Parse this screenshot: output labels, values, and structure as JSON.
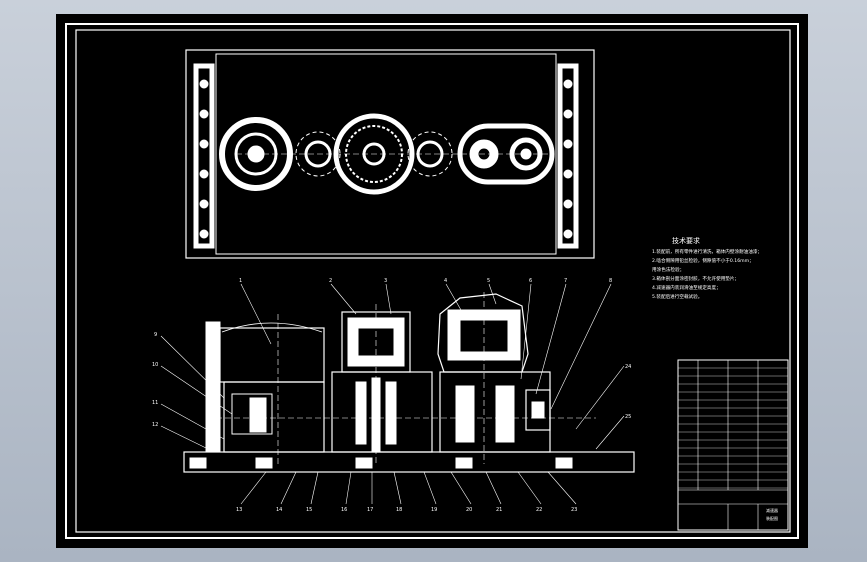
{
  "technical_requirements": {
    "title": "技术要求",
    "notes": [
      "1.装配前，所有零件进行清洗，箱体内壁涂耐油油漆；",
      "2.啮合侧隙用铅丝检验，侧隙值不小于0.16mm；",
      "  用涂色法检验；",
      "3.箱体剖分面涂密封胶，不允许使用垫片；",
      "4.减速器内装润滑油至规定高度；",
      "5.装配后进行空载试验。"
    ]
  },
  "part_labels": {
    "top": [
      "1",
      "2",
      "3",
      "4",
      "5",
      "6",
      "7",
      "8"
    ],
    "left": [
      "9",
      "10",
      "11",
      "12"
    ],
    "bottom": [
      "13",
      "14",
      "15",
      "16",
      "17",
      "18",
      "19",
      "20",
      "21",
      "22",
      "23"
    ],
    "right": [
      "24",
      "25"
    ]
  },
  "title_block": {
    "label_a": "减速器",
    "label_b": "装配图"
  },
  "colors": {
    "background": "#000000",
    "lines": "#ffffff",
    "frame": "#ffffff"
  }
}
